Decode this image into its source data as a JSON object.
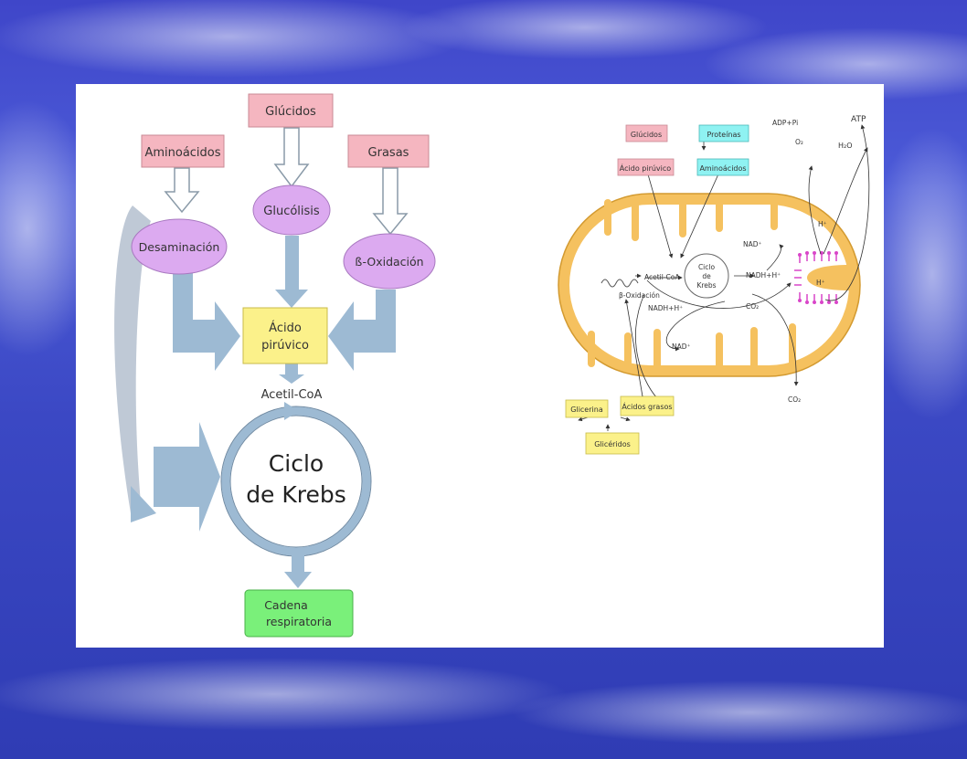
{
  "left_diagram": {
    "carbohydrates": "Glúcidos",
    "amino_acids": "Aminoácidos",
    "fats": "Grasas",
    "glycolysis": "Glucólisis",
    "deamination": "Desaminación",
    "beta_oxidation": "ß-Oxidación",
    "pyruvic_acid_line1": "Ácido",
    "pyruvic_acid_line2": "pirúvico",
    "acetyl_coa": "Acetil-CoA",
    "krebs_line1": "Ciclo",
    "krebs_line2": "de Krebs",
    "chain_line1": "Cadena",
    "chain_line2": "respiratoria"
  },
  "right_diagram": {
    "carbohydrates": "Glúcidos",
    "pyruvic_acid": "Ácido pirúvico",
    "proteins": "Proteínas",
    "amino_acids": "Aminoácidos",
    "beta_oxidation": "β-Oxidación",
    "acetyl_coa": "Acetil-CoA",
    "krebs_line1": "Ciclo",
    "krebs_line2": "de",
    "krebs_line3": "Krebs",
    "nad_top": "NAD⁺",
    "nadh_right": "NADH+H⁺",
    "nadh_left": "NADH+H⁺",
    "co2_inner": "CO₂",
    "nad_bottom": "NAD⁺",
    "adp_pi": "ADP+Pi",
    "o2": "O₂",
    "atp": "ATP",
    "h2o": "H₂O",
    "h_plus_top": "H⁺",
    "h_plus_bottom": "H⁺",
    "co2_outer": "CO₂",
    "glycerol": "Glicerina",
    "fatty_acids": "Ácidos grasos",
    "glycerides": "Glicéridos"
  },
  "colors": {
    "pink_box": "#f5b6c0",
    "cyan_box": "#8ff2f2",
    "yellow_box": "#fbf18a",
    "violet_ellipse": "#dcaaf0",
    "green_box": "#7af07a",
    "flow_arrow": "#9dbad3",
    "mito_orange": "#f5c15f",
    "atp_synthase": "#d946c9"
  }
}
